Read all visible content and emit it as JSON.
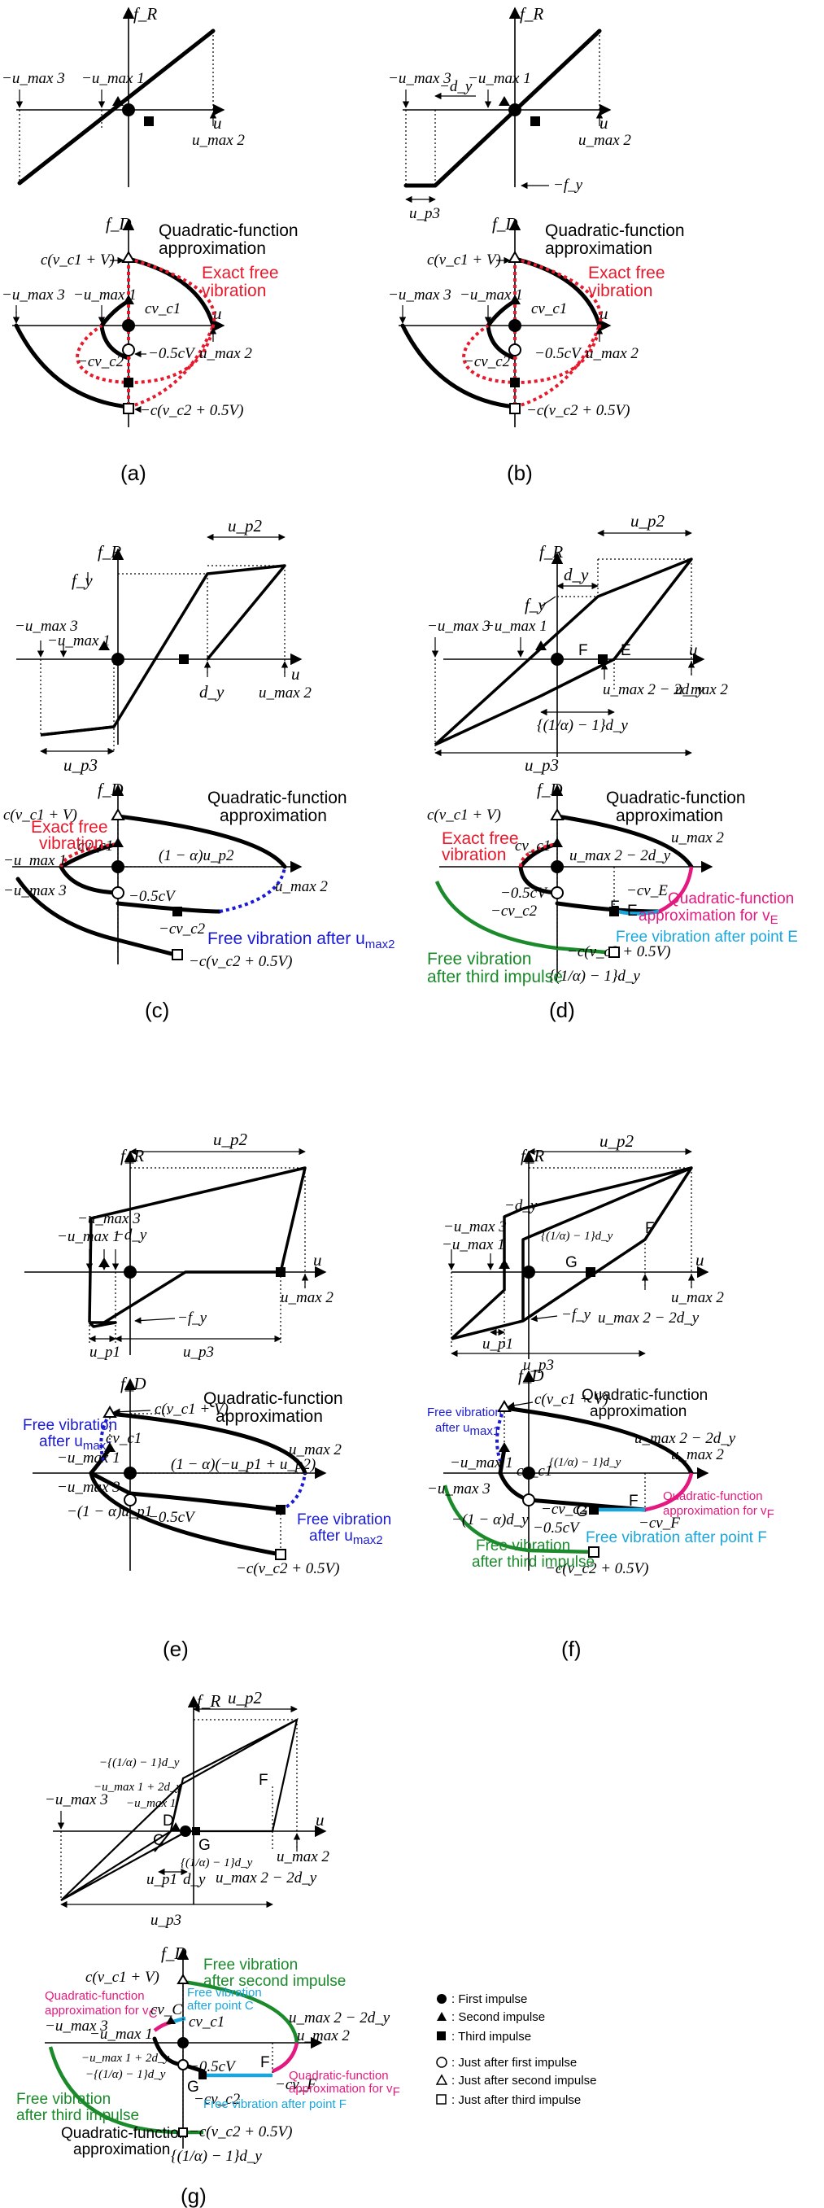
{
  "colors": {
    "exact_free_vibration": "#e8192c",
    "free_vibration_after_umax": "#1b1bd6",
    "free_vibration_after_impulse": "#1a8a2a",
    "quadratic_approx_colored": "#e4197f",
    "free_vibration_after_point": "#19a6dd"
  },
  "symbols": {
    "fR": "f_R",
    "fD": "f_D",
    "u": "u",
    "neg_umax3": "−u_max 3",
    "neg_umax1": "−u_max 1",
    "umax2": "u_max 2",
    "dy": "d_y",
    "neg_dy": "−d_y",
    "fy": "f_y",
    "neg_fy": "−f_y",
    "up1": "u_p1",
    "up2": "u_p2",
    "up3": "u_p3",
    "c_vc1_V": "c(v_c1 + V)",
    "cvc1": "cv_c1",
    "neg_cvc2": "−cv_c2",
    "neg05cV": "−0.5cV",
    "neg_c_vc2_05V": "−c(v_c2 + 0.5V)",
    "umax2_2dy": "u_max 2 − 2d_y",
    "one_alpha_up2": "(1 − α)u_p2",
    "alpha_bracket_dy": "{(1/α) − 1}d_y",
    "neg_cvE": "−cv_E",
    "neg_cvF": "−cv_F",
    "neg_1alpha_up1": "−(1 − α)u_p1",
    "one_alpha_mix": "(1 − α)(−u_p1 + u_p2)",
    "neg_1alpha_dy": "−(1 − α)d_y",
    "neg_umax1_2dy": "−u_max 1 + 2d_y",
    "neg_alpha_bracket_dy": "−{(1/α) − 1}d_y",
    "one_over_alpha_dy": "{(1/α) − 1}d_y",
    "cv_C": "cv_C",
    "pt_E": "E",
    "pt_F": "F",
    "pt_G": "G",
    "pt_C": "C",
    "pt_D": "D"
  },
  "labels": {
    "quad_approx_line1": "Quadratic-function",
    "quad_approx_line2": "approximation",
    "exact_line1": "Exact free",
    "exact_line2": "vibration",
    "free_after_umax2": "Free vibration after u",
    "free_after_umax2_sub": "max2",
    "free_after_umax1_line1": "Free vibration",
    "free_after_umax1_line2": "after u",
    "free_after_umax1_sub": "max1",
    "free_after_third_line1": "Free vibration",
    "free_after_third_line2": "after third impulse",
    "free_after_E": "Free vibration after point E",
    "free_after_F": "Free vibration after point F",
    "free_after_C_line1": "Free vibration",
    "free_after_C_line2": "after point C",
    "free_after_second_line1": "Free vibration",
    "free_after_second_line2": "after second impulse",
    "quad_approx_for": "approximation for v",
    "sub_E": "E",
    "sub_F": "F",
    "sub_C": "C"
  },
  "captions": {
    "a": "(a)",
    "b": "(b)",
    "c": "(c)",
    "d": "(d)",
    "e": "(e)",
    "f": "(f)",
    "g": "(g)"
  },
  "legend": [
    {
      "marker": "filled-circle",
      "text": ": First impulse"
    },
    {
      "marker": "filled-triangle",
      "text": ": Second impulse"
    },
    {
      "marker": "filled-square",
      "text": ": Third impulse"
    },
    {
      "marker": "open-circle",
      "text": ": Just after first impulse"
    },
    {
      "marker": "open-triangle",
      "text": ": Just after second impulse"
    },
    {
      "marker": "open-square",
      "text": ": Just after third impulse"
    }
  ]
}
